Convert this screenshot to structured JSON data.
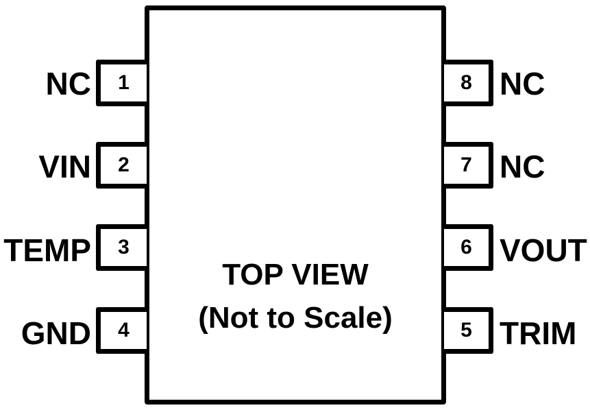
{
  "diagram": {
    "type": "ic-pinout",
    "package_pin_count": 8,
    "center_text": {
      "line1": "TOP VIEW",
      "line2": "(Not to Scale)"
    },
    "colors": {
      "stroke": "#000000",
      "background": "#ffffff",
      "text": "#000000"
    },
    "left_pins": [
      {
        "number": "1",
        "name": "NC"
      },
      {
        "number": "2",
        "name": "VIN"
      },
      {
        "number": "3",
        "name": "TEMP"
      },
      {
        "number": "4",
        "name": "GND"
      }
    ],
    "right_pins": [
      {
        "number": "8",
        "name": "NC"
      },
      {
        "number": "7",
        "name": "NC"
      },
      {
        "number": "6",
        "name": "VOUT"
      },
      {
        "number": "5",
        "name": "TRIM"
      }
    ]
  }
}
